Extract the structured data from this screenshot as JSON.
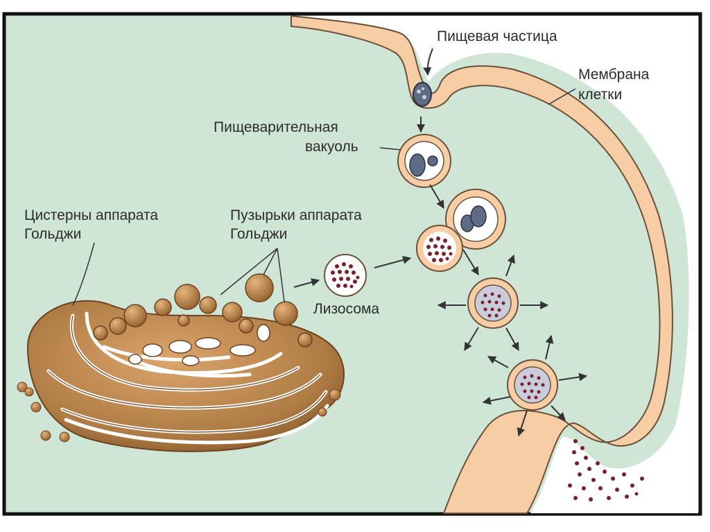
{
  "diagram": {
    "labels": {
      "food_particle": "Пищевая частица",
      "cell_membrane": [
        "Мембрана",
        "клетки"
      ],
      "digestive_vacuole": [
        "Пищеварительная",
        "вакуоль"
      ],
      "golgi_cisterns": [
        "Цистерны аппарата",
        "Гольджи"
      ],
      "golgi_vesicles": [
        "Пузырьки аппарата",
        "Гольджи"
      ],
      "lysosome": "Лизосома"
    },
    "colors": {
      "cytoplasm": "#cfe6d6",
      "membrane_fill": "#f7cda6",
      "membrane_edge": "#6a5037",
      "golgi_body": "#ba8a54",
      "golgi_dark": "#8a5a2d",
      "lysosome_dot": "#7a1f2c",
      "particle": "#5e6b85",
      "frame": "#111111"
    }
  }
}
